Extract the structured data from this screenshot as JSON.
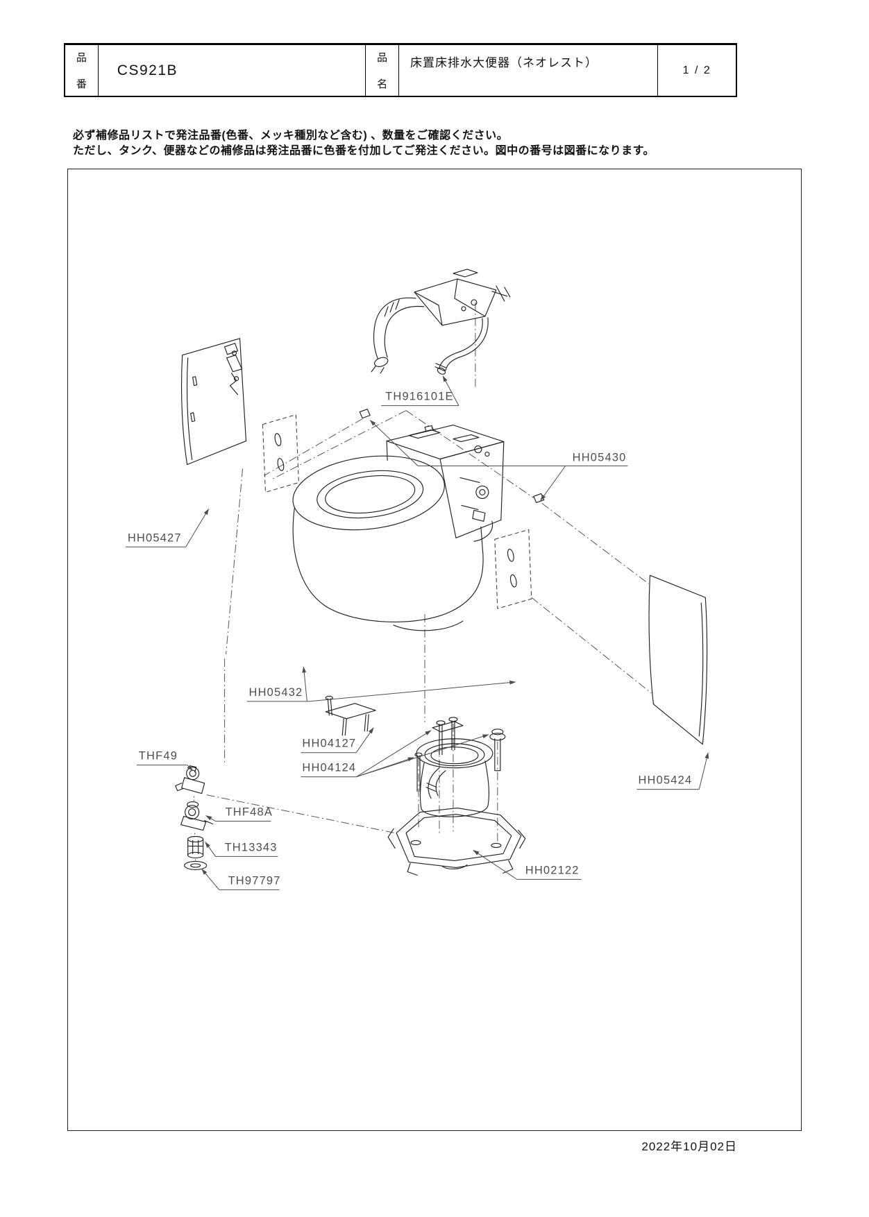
{
  "header": {
    "col1_label_chars": [
      "品",
      "番"
    ],
    "part_number": "CS921B",
    "col2_label_chars": [
      "品",
      "名"
    ],
    "product_name": "床置床排水大便器（ネオレスト）",
    "page": "1 / 2"
  },
  "notice": {
    "line1": "必ず補修品リストで発注品番(色番、メッキ種別など含む) 、数量をご確認ください。",
    "line2": "ただし、タンク、便器などの補修品は発注品番に色番を付加してご発注ください。図中の番号は図番になります。"
  },
  "diagram": {
    "labels": {
      "th916101e": "TH916101E",
      "hh05430": "HH05430",
      "hh05427": "HH05427",
      "hh05432": "HH05432",
      "hh04127": "HH04127",
      "hh04124": "HH04124",
      "thf49": "THF49",
      "thf48a": "THF48A",
      "th13343": "TH13343",
      "th97797": "TH97797",
      "hh02122": "HH02122",
      "hh05424": "HH05424"
    },
    "colors": {
      "ink": "#1f1f1f",
      "label": "#4d4d4d"
    }
  },
  "footer": {
    "date": "2022年10月02日"
  }
}
